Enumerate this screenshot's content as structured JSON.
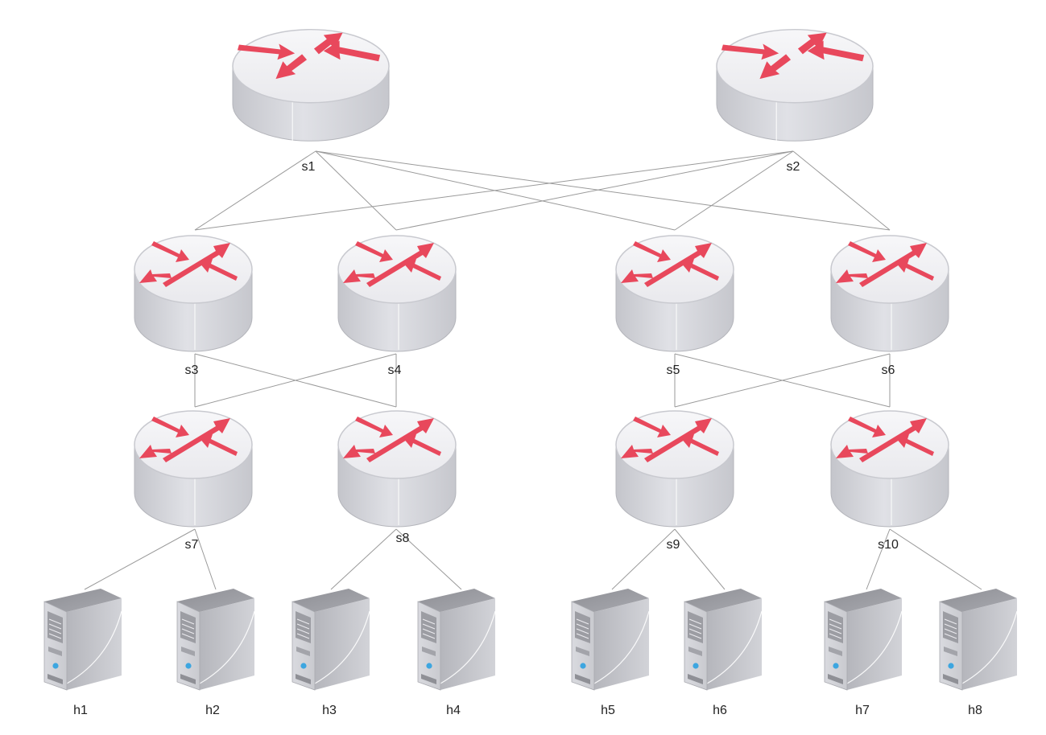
{
  "colors": {
    "arrow": "#e8485c",
    "device_body": "#cfd0d6",
    "device_top": "#f1f1f4",
    "server_body": "#b9bac0",
    "link": "#9a9a9a"
  },
  "nodes": [
    {
      "id": "s1",
      "label": "s1",
      "kind": "core-router",
      "icon": "router-icon"
    },
    {
      "id": "s2",
      "label": "s2",
      "kind": "core-router",
      "icon": "router-icon"
    },
    {
      "id": "s3",
      "label": "s3",
      "kind": "switch",
      "icon": "switch-icon"
    },
    {
      "id": "s4",
      "label": "s4",
      "kind": "switch",
      "icon": "switch-icon"
    },
    {
      "id": "s5",
      "label": "s5",
      "kind": "switch",
      "icon": "switch-icon"
    },
    {
      "id": "s6",
      "label": "s6",
      "kind": "switch",
      "icon": "switch-icon"
    },
    {
      "id": "s7",
      "label": "s7",
      "kind": "switch",
      "icon": "switch-icon"
    },
    {
      "id": "s8",
      "label": "s8",
      "kind": "switch",
      "icon": "switch-icon"
    },
    {
      "id": "s9",
      "label": "s9",
      "kind": "switch",
      "icon": "switch-icon"
    },
    {
      "id": "s10",
      "label": "s10",
      "kind": "switch",
      "icon": "switch-icon"
    },
    {
      "id": "h1",
      "label": "h1",
      "kind": "host",
      "icon": "server-icon"
    },
    {
      "id": "h2",
      "label": "h2",
      "kind": "host",
      "icon": "server-icon"
    },
    {
      "id": "h3",
      "label": "h3",
      "kind": "host",
      "icon": "server-icon"
    },
    {
      "id": "h4",
      "label": "h4",
      "kind": "host",
      "icon": "server-icon"
    },
    {
      "id": "h5",
      "label": "h5",
      "kind": "host",
      "icon": "server-icon"
    },
    {
      "id": "h6",
      "label": "h6",
      "kind": "host",
      "icon": "server-icon"
    },
    {
      "id": "h7",
      "label": "h7",
      "kind": "host",
      "icon": "server-icon"
    },
    {
      "id": "h8",
      "label": "h8",
      "kind": "host",
      "icon": "server-icon"
    }
  ],
  "links": [
    [
      "s1",
      "s3"
    ],
    [
      "s1",
      "s4"
    ],
    [
      "s1",
      "s5"
    ],
    [
      "s1",
      "s6"
    ],
    [
      "s2",
      "s3"
    ],
    [
      "s2",
      "s4"
    ],
    [
      "s2",
      "s5"
    ],
    [
      "s2",
      "s6"
    ],
    [
      "s3",
      "s7"
    ],
    [
      "s3",
      "s8"
    ],
    [
      "s4",
      "s7"
    ],
    [
      "s4",
      "s8"
    ],
    [
      "s5",
      "s9"
    ],
    [
      "s5",
      "s10"
    ],
    [
      "s6",
      "s9"
    ],
    [
      "s6",
      "s10"
    ],
    [
      "s7",
      "h1"
    ],
    [
      "s7",
      "h2"
    ],
    [
      "s8",
      "h3"
    ],
    [
      "s8",
      "h4"
    ],
    [
      "s9",
      "h5"
    ],
    [
      "s9",
      "h6"
    ],
    [
      "s10",
      "h7"
    ],
    [
      "s10",
      "h8"
    ]
  ]
}
